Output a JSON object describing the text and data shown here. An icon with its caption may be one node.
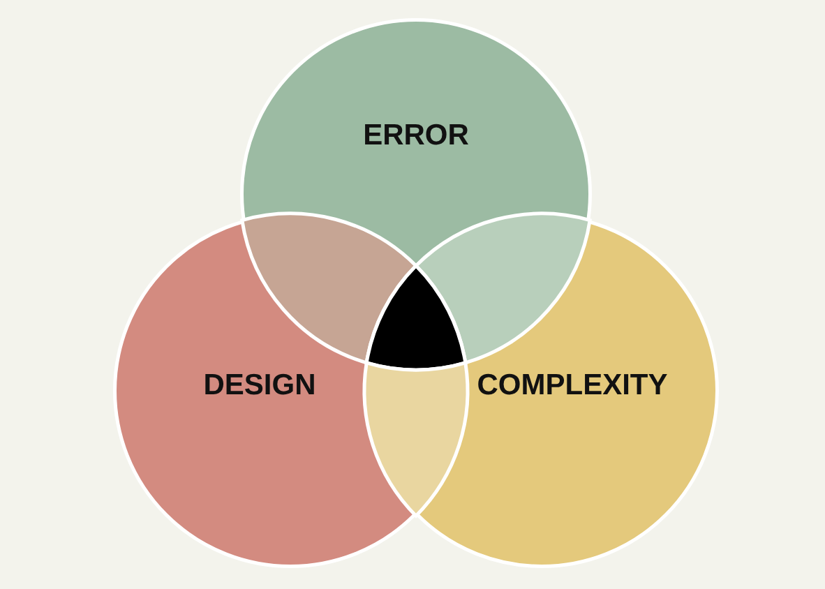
{
  "diagram": {
    "nodes": [
      {
        "text": [
          "ERROR"
        ]
      },
      {
        "text": [
          "DESIGN"
        ]
      },
      {
        "text": [
          "COMPLEXITY"
        ]
      },
      {
        "text": [],
        "shape": "lens"
      },
      {
        "text": [],
        "shape": "lens"
      },
      {
        "text": [],
        "shape": "triangle"
      },
      {
        "text": [],
        "shape": "lens"
      }
    ]
  }
}
